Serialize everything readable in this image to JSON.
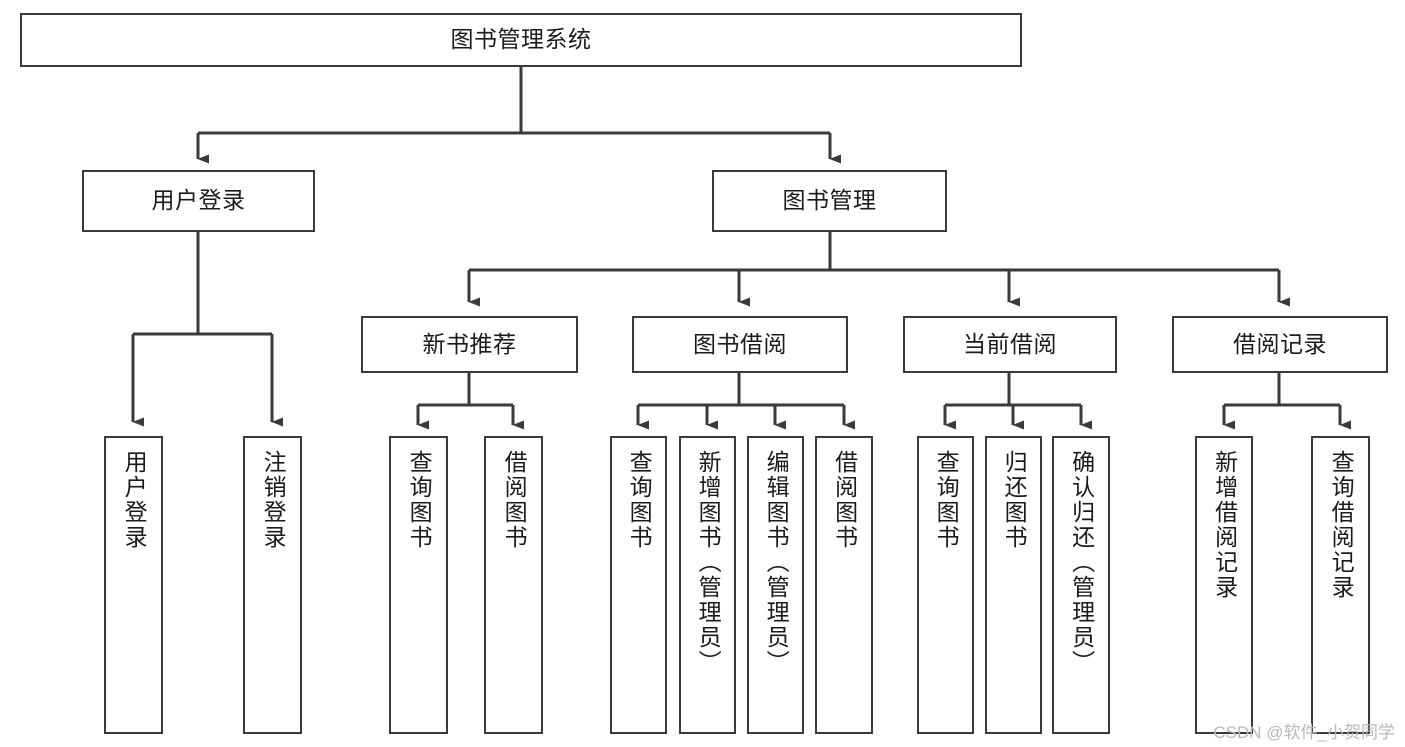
{
  "diagram": {
    "type": "tree",
    "title": "图书管理系统",
    "watermark": "CSDN @软件_小贺同学",
    "colors": {
      "background": "#ffffff",
      "box_fill": "#ffffff",
      "box_stroke": "#3a3a3a",
      "connector": "#3a3a3a",
      "text": "#1b1b1b",
      "watermark": "#b9b9b9"
    },
    "root": {
      "label": "图书管理系统"
    },
    "level2": [
      {
        "label": "用户登录"
      },
      {
        "label": "图书管理"
      }
    ],
    "level3": [
      {
        "label": "新书推荐"
      },
      {
        "label": "图书借阅"
      },
      {
        "label": "当前借阅"
      },
      {
        "label": "借阅记录"
      }
    ],
    "leaves": {
      "user_login": [
        {
          "label": "用户登录"
        },
        {
          "label": "注销登录"
        }
      ],
      "new_book": [
        {
          "label": "查询图书"
        },
        {
          "label": "借阅图书"
        }
      ],
      "book_borrow": [
        {
          "label": "查询图书"
        },
        {
          "label": "新增图书（管理员）"
        },
        {
          "label": "编辑图书（管理员）"
        },
        {
          "label": "借阅图书"
        }
      ],
      "current_borrow": [
        {
          "label": "查询图书"
        },
        {
          "label": "归还图书"
        },
        {
          "label": "确认归还（管理员）"
        }
      ],
      "borrow_record": [
        {
          "label": "新增借阅记录"
        },
        {
          "label": "查询借阅记录"
        }
      ]
    }
  }
}
